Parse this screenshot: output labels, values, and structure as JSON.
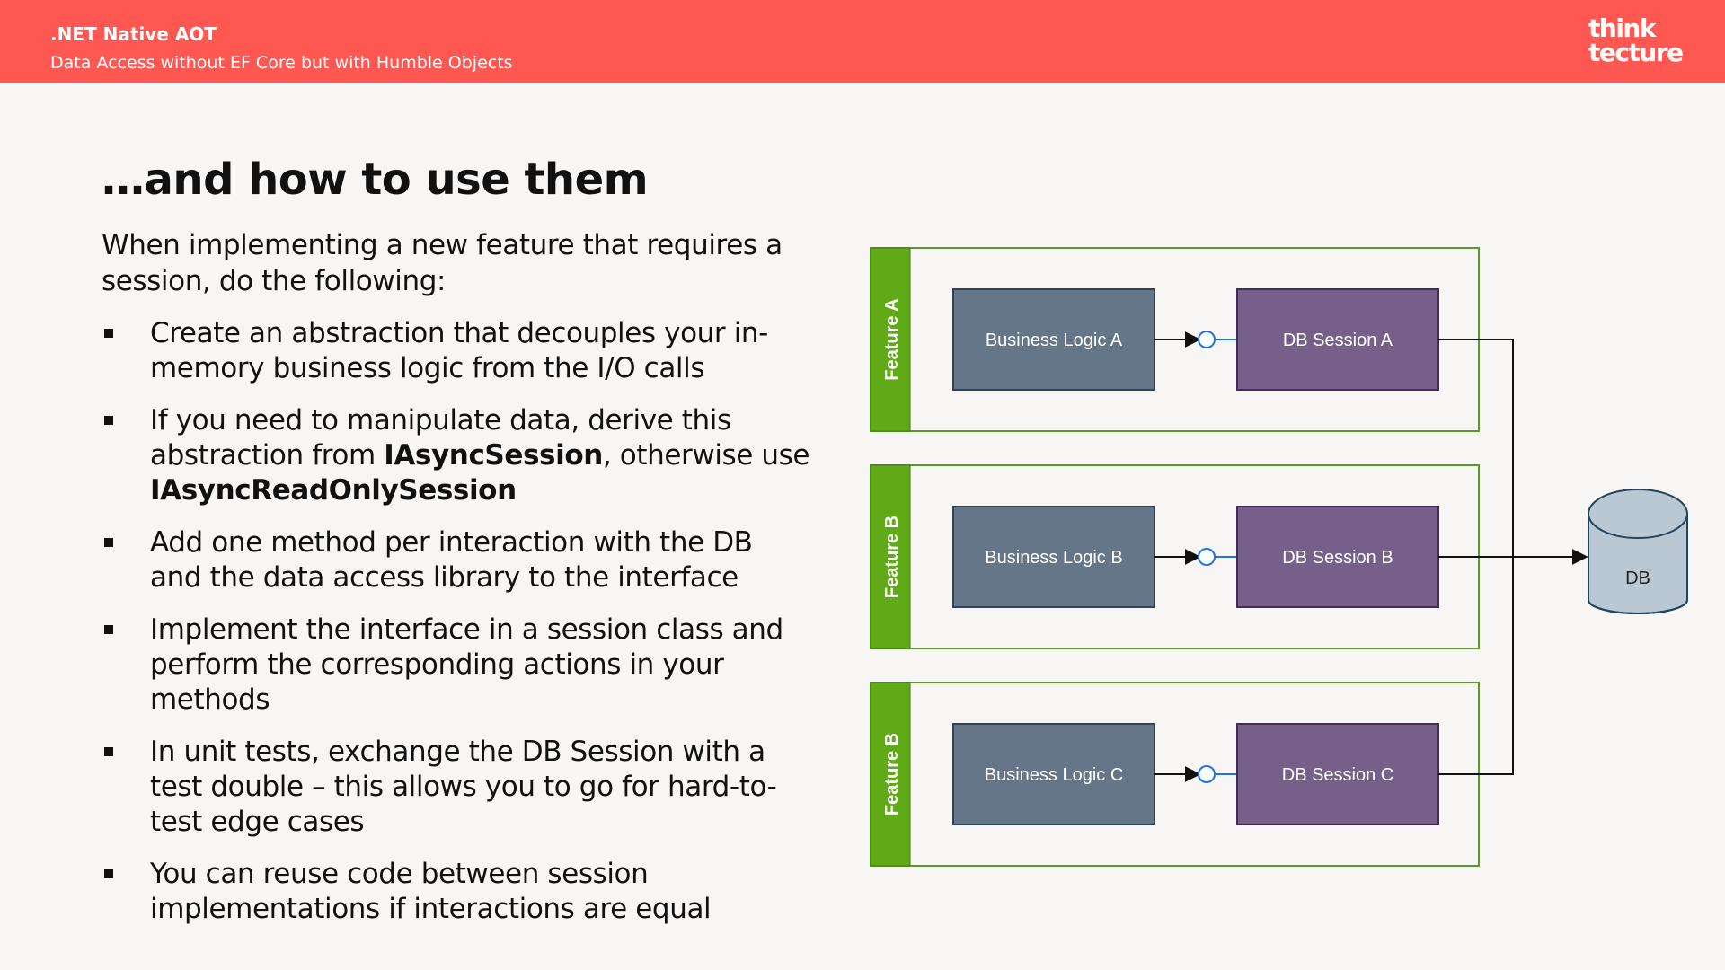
{
  "header": {
    "title": ".NET Native AOT",
    "subtitle": "Data Access without EF Core but with Humble Objects",
    "logo_line1": "think",
    "logo_line2": "tecture"
  },
  "slide": {
    "title": "…and how to use them",
    "intro": "When implementing a new feature that requires a session, do the following:",
    "bullets": [
      {
        "pre": "Create an abstraction that decouples your in-memory business logic from the I/O calls",
        "b1": "",
        "mid": "",
        "b2": ""
      },
      {
        "pre": "If you need to manipulate data, derive this abstraction from ",
        "b1": "IAsyncSession",
        "mid": ", otherwise use ",
        "b2": "IAsyncReadOnlySession"
      },
      {
        "pre": "Add one method per interaction with the DB and the data access library to the interface",
        "b1": "",
        "mid": "",
        "b2": ""
      },
      {
        "pre": "Implement the interface in a session class and perform the corresponding actions in your methods",
        "b1": "",
        "mid": "",
        "b2": ""
      },
      {
        "pre": "In unit tests, exchange the DB Session with a test double – this allows you to go for hard-to-test edge cases",
        "b1": "",
        "mid": "",
        "b2": ""
      },
      {
        "pre": "You can reuse code between session implementations if interactions are equal",
        "b1": "",
        "mid": "",
        "b2": ""
      }
    ]
  },
  "diagram": {
    "features": [
      {
        "label": "Feature A",
        "logic": "Business Logic A",
        "session": "DB Session A"
      },
      {
        "label": "Feature B",
        "logic": "Business Logic B",
        "session": "DB Session B"
      },
      {
        "label": "Feature B",
        "logic": "Business Logic C",
        "session": "DB Session C"
      }
    ],
    "db_label": "DB",
    "colors": {
      "feature_border": "#5a9a2a",
      "feature_tab": "#60a917",
      "logic_fill": "#647687",
      "session_fill": "#76608a",
      "db_fill": "#bac8d3",
      "interface": "#1f73e8"
    }
  }
}
